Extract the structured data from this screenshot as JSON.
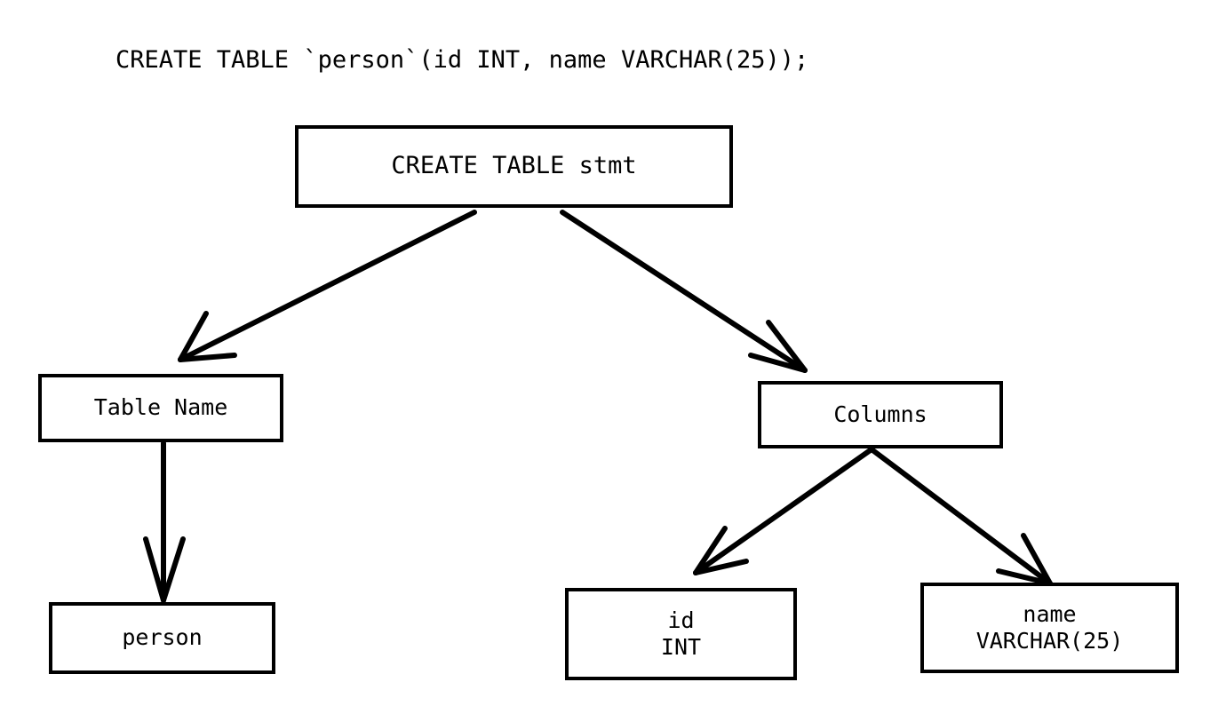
{
  "diagram": {
    "type": "parse-tree",
    "title": "CREATE TABLE `person`(id INT, name VARCHAR(25));",
    "background_color": "#ffffff",
    "stroke_color": "#000000",
    "nodes": {
      "root": {
        "label": "CREATE TABLE stmt"
      },
      "table_name": {
        "label": "Table Name"
      },
      "columns": {
        "label": "Columns"
      },
      "person": {
        "label": "person"
      },
      "col_id": {
        "line1": "id",
        "line2": "INT"
      },
      "col_name": {
        "line1": "name",
        "line2": "VARCHAR(25)"
      }
    },
    "edges": [
      {
        "from": "root",
        "to": "table_name",
        "arrow": "open-v"
      },
      {
        "from": "root",
        "to": "columns",
        "arrow": "open-v"
      },
      {
        "from": "table_name",
        "to": "person",
        "arrow": "open-v"
      },
      {
        "from": "columns",
        "to": "col_id",
        "arrow": "open-v"
      },
      {
        "from": "columns",
        "to": "col_name",
        "arrow": "open-v"
      }
    ]
  }
}
